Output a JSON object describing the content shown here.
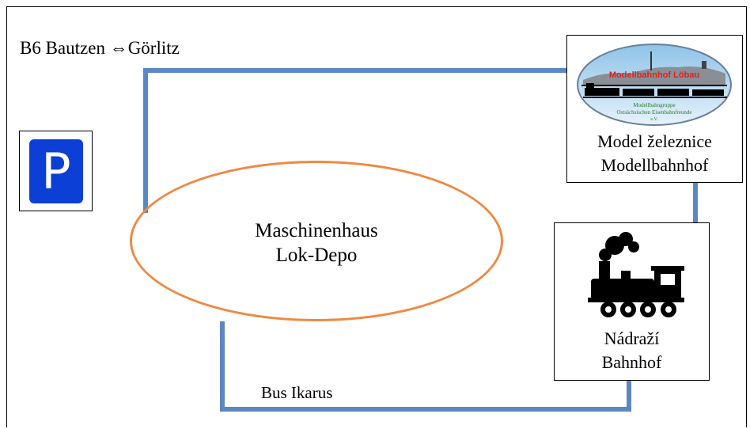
{
  "road": {
    "label": "B6 Bautzen ⇔Görlitz"
  },
  "parking": {
    "letter": "P",
    "color": "#0b3fd6"
  },
  "depot": {
    "line1": "Maschinenhaus",
    "line2": "Lok-Depo",
    "outline_color": "#ee8a43"
  },
  "model_railway": {
    "line1": "Model železnice",
    "line2": "Modellbahnhof",
    "logo": {
      "title": "Modellbahnhof Löbau",
      "sub1": "Modellbahngruppe",
      "sub2": "Ostsächsischen Eisenbahnfreunde",
      "sub3": "e.V."
    }
  },
  "station": {
    "line1": "Nádraží",
    "line2": "Bahnhof",
    "icon": "steam-locomotive-icon"
  },
  "bus": {
    "label": "Bus Ikarus"
  },
  "route_color": "#5b87c4"
}
